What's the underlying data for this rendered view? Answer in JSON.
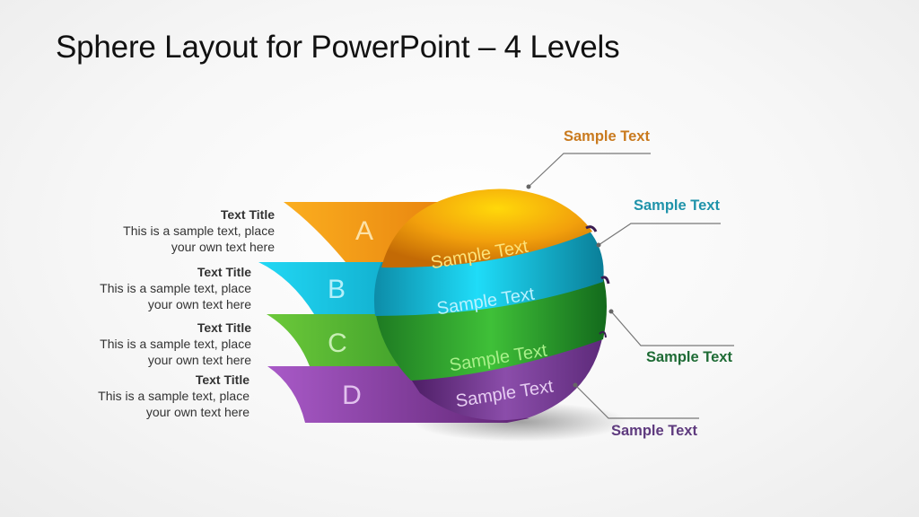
{
  "slide": {
    "title": "Sphere Layout for PowerPoint – 4 Levels"
  },
  "levels": [
    {
      "letter": "A",
      "color": "#F5A01E",
      "sphere_label": "Sample Text",
      "title": "Text Title",
      "desc_line1": "This is a sample text, place",
      "desc_line2": "your own text here",
      "callout": "Sample Text",
      "callout_color": "#C97A1E"
    },
    {
      "letter": "B",
      "color": "#1CC8E6",
      "sphere_label": "Sample Text",
      "title": "Text Title",
      "desc_line1": "This is a sample text, place",
      "desc_line2": "your own text here",
      "callout": "Sample Text",
      "callout_color": "#1F93AA"
    },
    {
      "letter": "C",
      "color": "#5DBE34",
      "sphere_label": "Sample Text",
      "title": "Text Title",
      "desc_line1": "This is a sample text, place",
      "desc_line2": "your own text here",
      "callout": "Sample Text",
      "callout_color": "#1E6B35"
    },
    {
      "letter": "D",
      "color": "#9A4DB8",
      "sphere_label": "Sample Text",
      "title": "Text Title",
      "desc_line1": "This is a sample text, place",
      "desc_line2": "your own text here",
      "callout": "Sample Text",
      "callout_color": "#5E3A7E"
    }
  ]
}
